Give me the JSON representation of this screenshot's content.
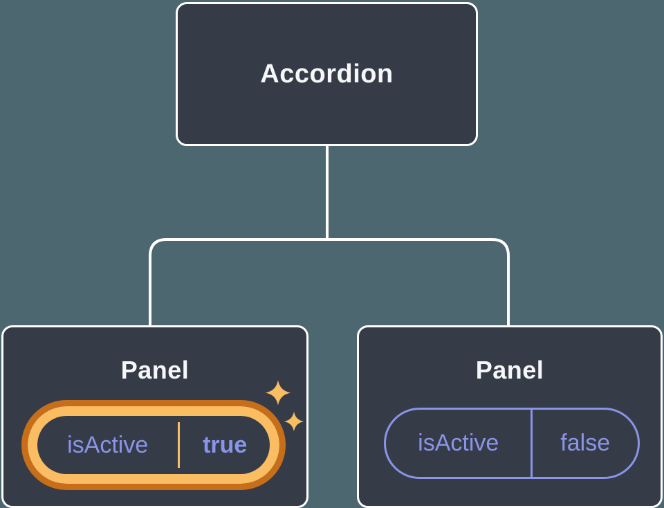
{
  "root": {
    "label": "Accordion"
  },
  "panels": [
    {
      "label": "Panel",
      "state": {
        "key": "isActive",
        "value": "true"
      },
      "highlighted": true,
      "icon": "sparkles-icon"
    },
    {
      "label": "Panel",
      "state": {
        "key": "isActive",
        "value": "false"
      },
      "highlighted": false
    }
  ],
  "colors": {
    "background": "#4D6771",
    "node-bg": "#353C48",
    "node-border": "#FFFFFF",
    "connector": "#FFFFFF",
    "state-purple": "#8A94E8",
    "highlight-orange-dark": "#C76E1A",
    "highlight-orange-light": "#FABD62",
    "sparkle": "#F8BE62",
    "label-text": "#F6F7F9"
  }
}
